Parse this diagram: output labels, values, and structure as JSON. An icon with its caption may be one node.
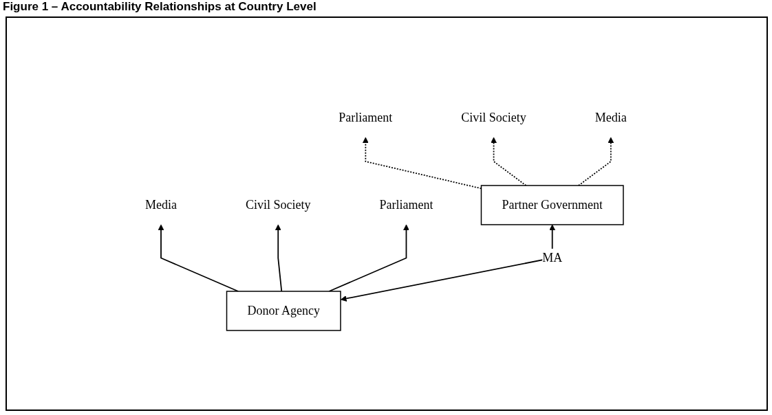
{
  "diagram": {
    "title": "Figure 1 – Accountability Relationships at Country Level",
    "nodes": [
      {
        "text": [
          "Media"
        ]
      },
      {
        "text": [
          "Civil Society"
        ]
      },
      {
        "text": [
          "Parliament"
        ]
      },
      {
        "text": [
          "Parliament"
        ]
      },
      {
        "text": [
          "Civil Society"
        ]
      },
      {
        "text": [
          "Media"
        ]
      },
      {
        "text": [
          "Donor Agency"
        ]
      },
      {
        "text": [
          "Partner Government"
        ]
      }
    ],
    "edges": [
      {
        "from": 6,
        "to": 0,
        "arrow": "to"
      },
      {
        "from": 6,
        "to": 1,
        "arrow": "to"
      },
      {
        "from": 6,
        "to": 2,
        "arrow": "to"
      },
      {
        "from": 6,
        "to": 7,
        "arrow": "both",
        "label": "MA"
      },
      {
        "from": 7,
        "to": 3,
        "arrow": "to",
        "style": "dashed"
      },
      {
        "from": 7,
        "to": 4,
        "arrow": "to",
        "style": "dashed"
      },
      {
        "from": 7,
        "to": 5,
        "arrow": "to",
        "style": "dashed"
      }
    ]
  }
}
